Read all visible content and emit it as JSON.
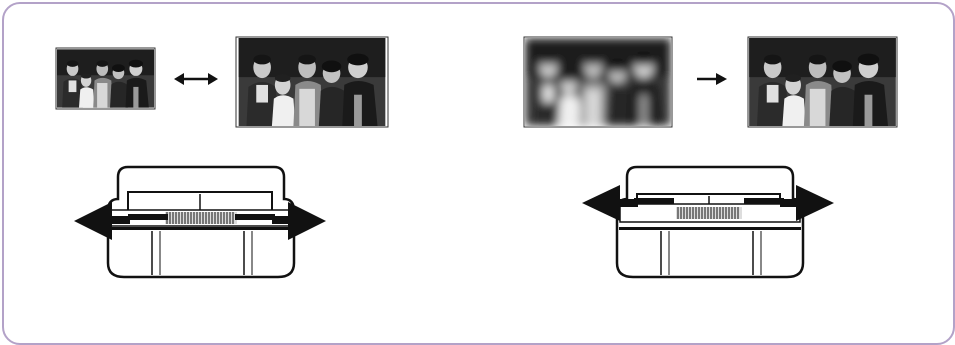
{
  "colors": {
    "frame_border": "#b3a2c8",
    "photo_dark": "#2a2a2a",
    "photo_light": "#d9d9d9",
    "outline": "#111111"
  },
  "icons": {
    "bidirectional": "double-arrow-icon",
    "forward": "right-arrow-icon",
    "zoom_control": "zoom-ring-icon",
    "focus_control": "focus-ring-icon"
  },
  "panels": [
    {
      "id": "zoom",
      "photo_left_state": "small",
      "photo_right_state": "large",
      "relation": "bidirectional"
    },
    {
      "id": "focus",
      "photo_left_state": "blurred",
      "photo_right_state": "sharp",
      "relation": "forward"
    }
  ]
}
